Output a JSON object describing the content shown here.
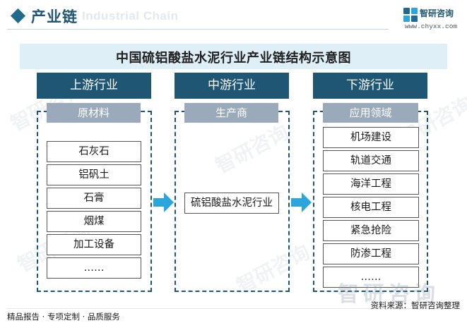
{
  "header": {
    "title": "产业链",
    "ghost_text": "Industrial Chain"
  },
  "logo": {
    "name": "智研咨询",
    "url": "www.chyxx.com"
  },
  "diagram": {
    "title": "中国硫铝酸盐水泥行业产业链结构示意图",
    "columns": [
      {
        "header": "上游行业",
        "sub_header": "原材料",
        "items": [
          "石灰石",
          "铝矾土",
          "石膏",
          "烟煤",
          "加工设备",
          "……"
        ]
      },
      {
        "header": "中游行业",
        "sub_header": "生产商",
        "items": [
          "硫铝酸盐水泥行业"
        ]
      },
      {
        "header": "下游行业",
        "sub_header": "应用领域",
        "items": [
          "机场建设",
          "轨道交通",
          "海洋工程",
          "核电工程",
          "紧急抢险",
          "防渗工程",
          "……"
        ]
      }
    ]
  },
  "footer": {
    "left": "精品报告 · 专项定制 · 品质服务",
    "source": "资料来源：智研咨询整理",
    "watermark": "智研咨询"
  },
  "colors": {
    "primary": "#1f5674",
    "sub_header": "#9aaabb",
    "band": "#dfeff7",
    "arrow": "#2aa6dc"
  }
}
